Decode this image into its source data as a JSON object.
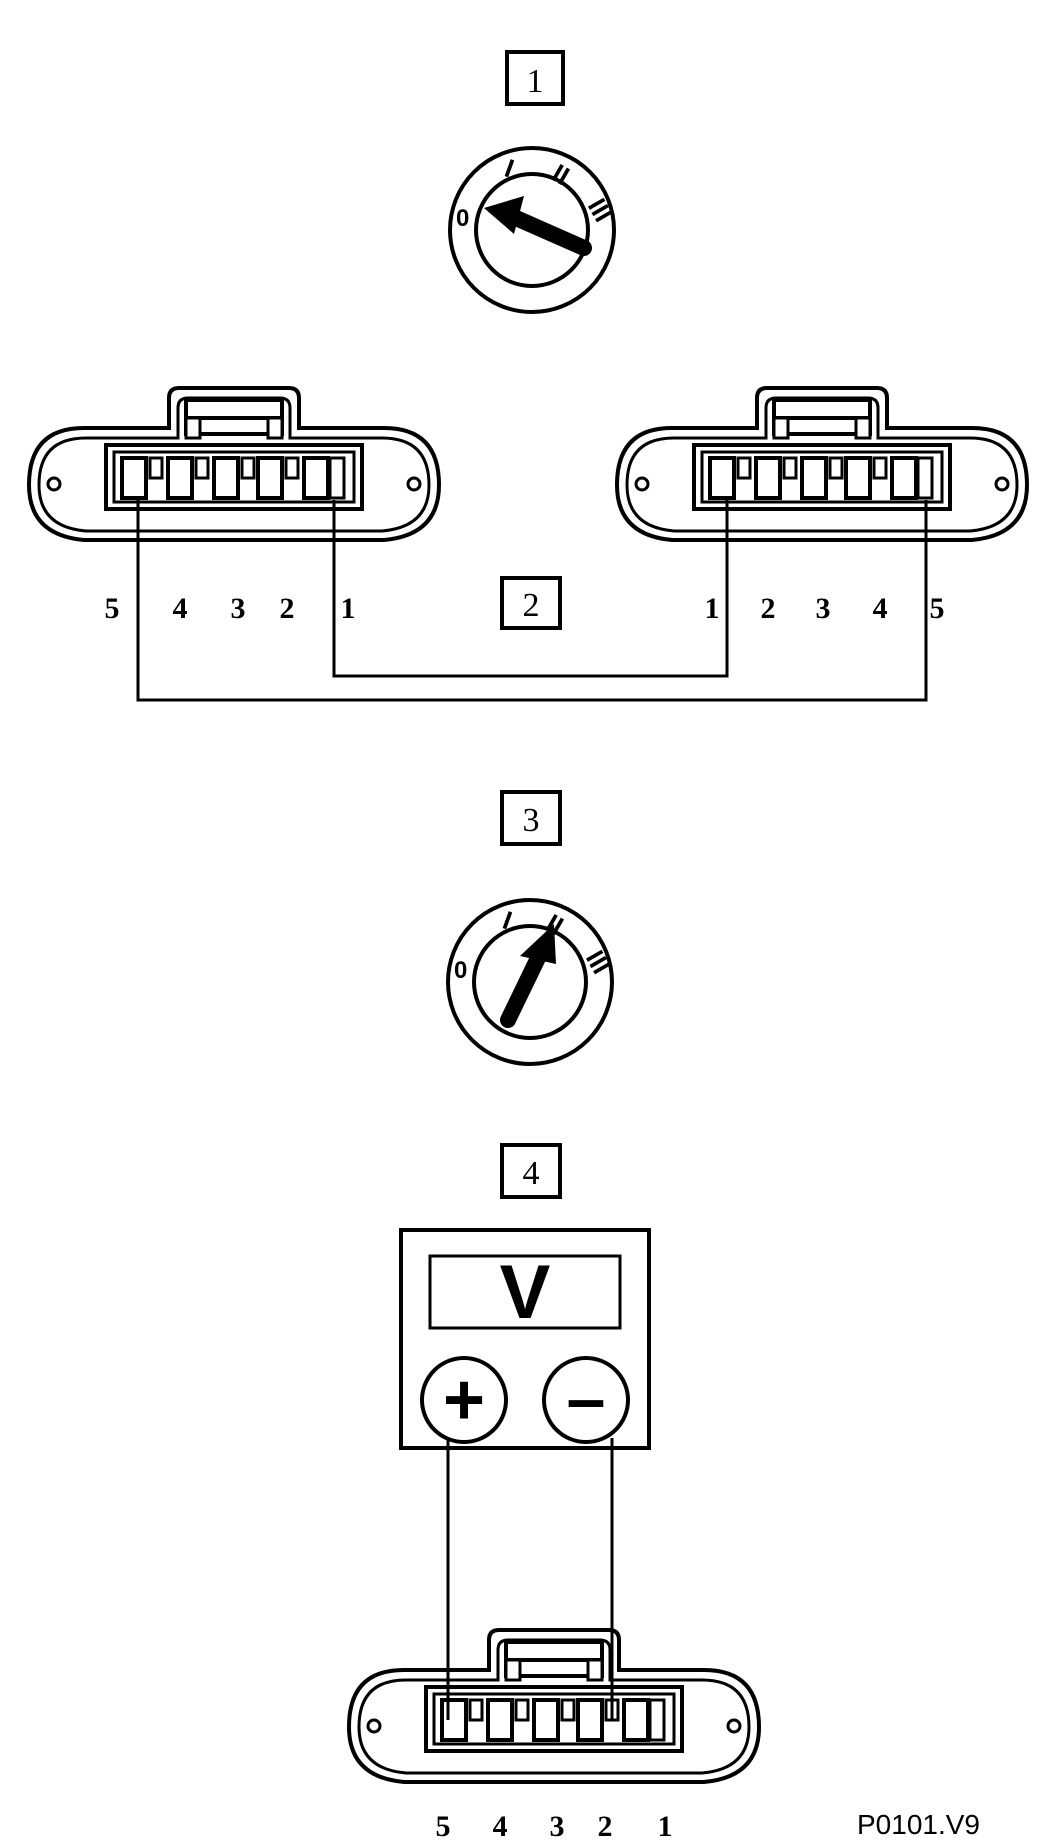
{
  "steps": [
    "1",
    "2",
    "3",
    "4"
  ],
  "switch_positions": [
    "0",
    "I",
    "II",
    "III"
  ],
  "switch_states": {
    "step1": "0",
    "step3": "II"
  },
  "pins_left": [
    "5",
    "4",
    "3",
    "2",
    "1"
  ],
  "pins_right": [
    "1",
    "2",
    "3",
    "4",
    "5"
  ],
  "pins_bottom": [
    "5",
    "4",
    "3",
    "2",
    "1"
  ],
  "meter": {
    "symbol": "V",
    "plus": "+",
    "minus": "–"
  },
  "code": "P0101.V9"
}
